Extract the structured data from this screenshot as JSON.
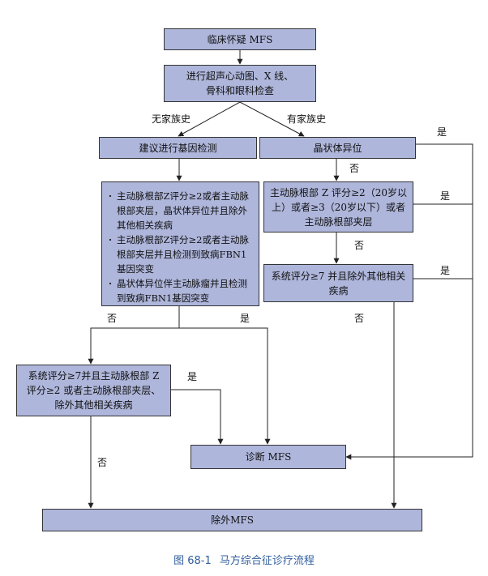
{
  "boxes": {
    "suspect": "临床怀疑 MFS",
    "exam_line1": "进行超声心动图、X 线、",
    "exam_line2": "骨科和眼科检查",
    "gene_test": "建议进行基因检测",
    "lens": "晶状体异位",
    "criteria": [
      "主动脉根部Z评分≥2或者主动脉根部夹层，晶状体异位并且除外其他相关疾病",
      "主动脉根部Z评分≥2或者主动脉根部夹层并且检测到致病FBN1基因突变",
      "晶状体异位伴主动脉瘤并且检测到致病FBN1基因突变"
    ],
    "aorta_z": "主动脉根部 Z 评分≥2（20岁以上）或者≥3（20岁以下）或者主动脉根部夹层",
    "systemic_lens": "系统评分≥7 并且除外其他相关疾病",
    "systemic_left": "系统评分≥7并且主动脉根部 Z 评分≥2 或者主动脉根部夹层、除外其他相关疾病",
    "diagnose": "诊断 MFS",
    "exclude": "除外MFS"
  },
  "labels": {
    "no_family": "无家族史",
    "family": "有家族史",
    "yes": "是",
    "no": "否"
  },
  "caption": {
    "figure_no": "图 68-1",
    "title": "马方综合征诊疗流程"
  },
  "colors": {
    "box_fill": "#aeb6db",
    "caption": "#2f5d9e"
  }
}
